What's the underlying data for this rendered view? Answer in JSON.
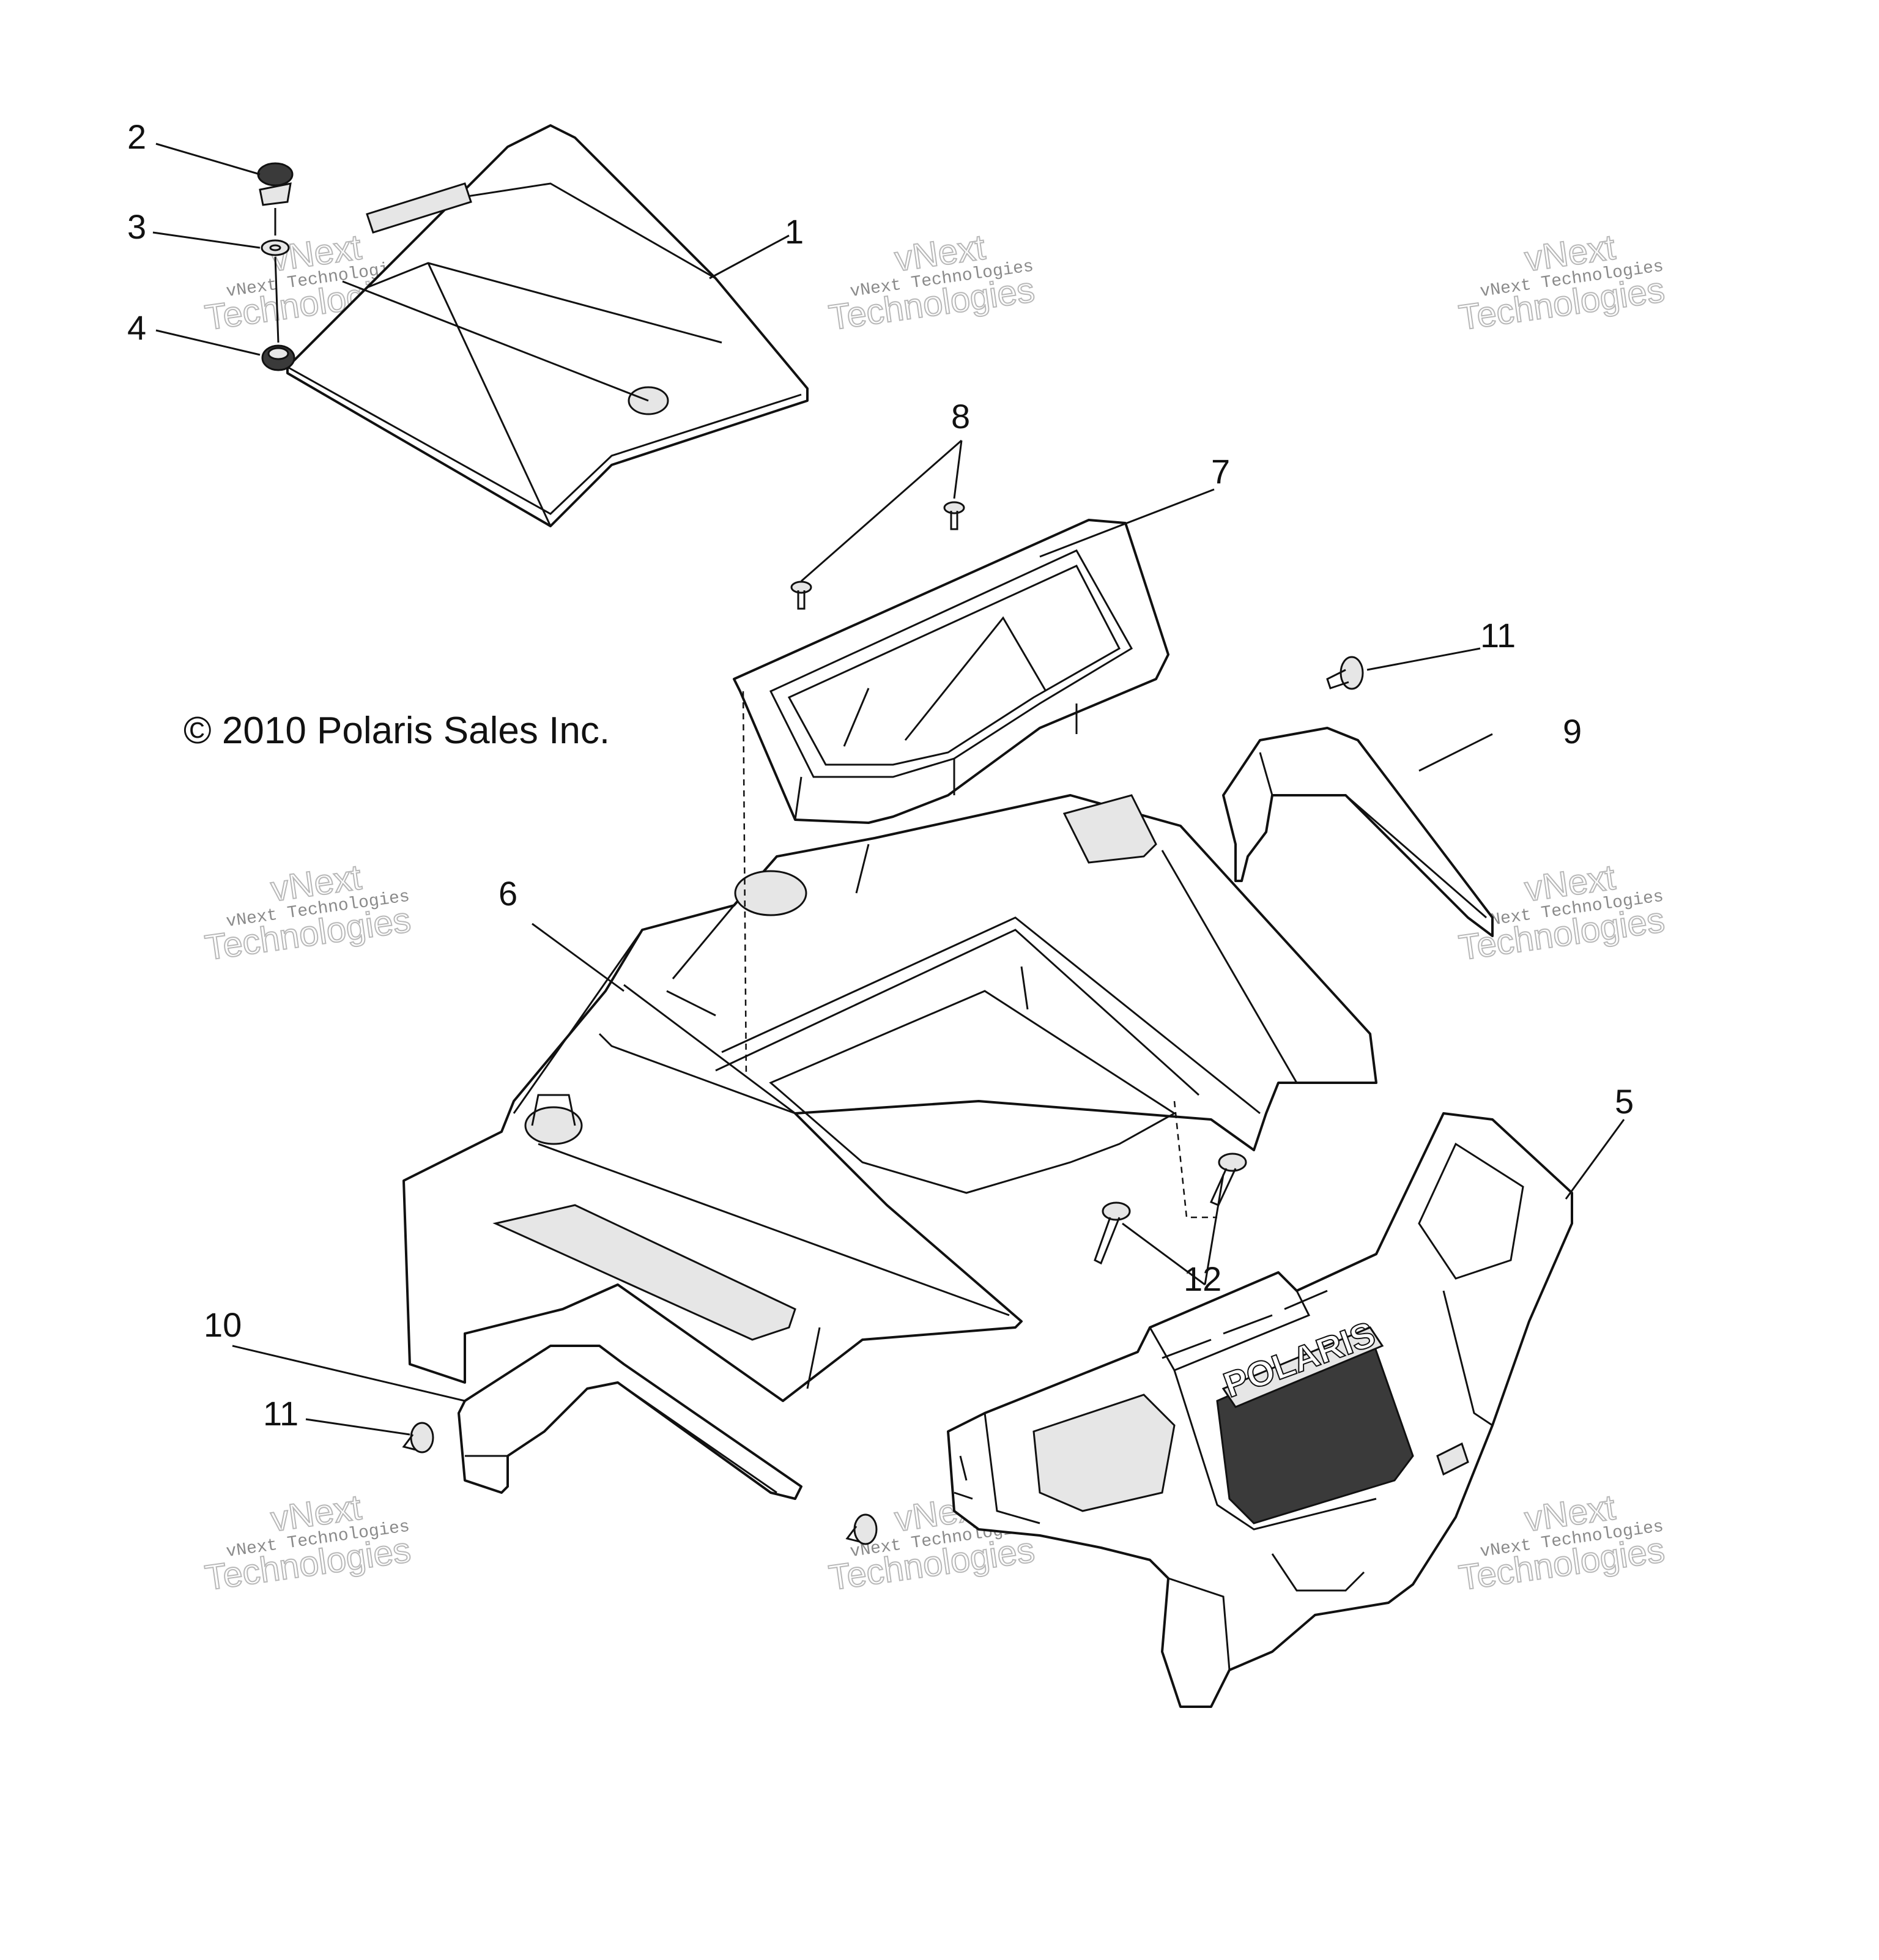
{
  "copyright": "© 2010 Polaris Sales Inc.",
  "watermark": {
    "line1": "vNext Technologies",
    "line2": "vNext",
    "line3": "Technologies"
  },
  "callouts": [
    "1",
    "2",
    "3",
    "4",
    "5",
    "6",
    "7",
    "8",
    "9",
    "10",
    "11",
    "11",
    "12"
  ],
  "brand_text": "POLARIS"
}
